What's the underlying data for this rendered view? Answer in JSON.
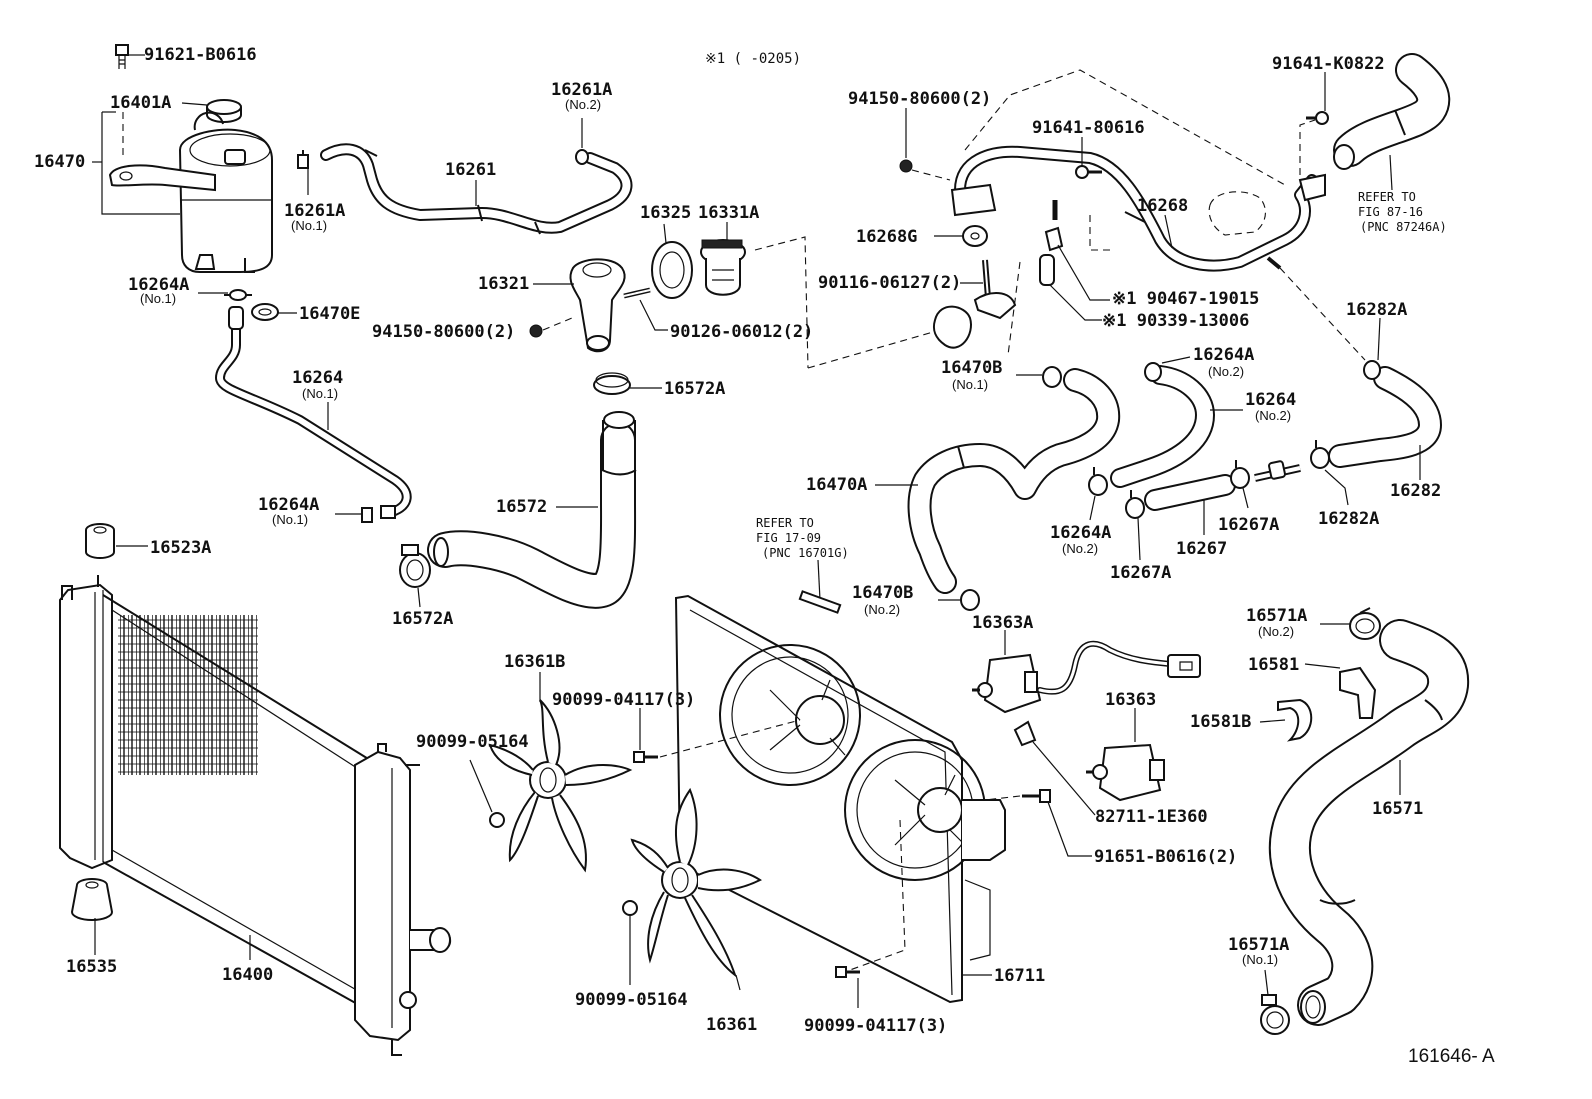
{
  "diagram": {
    "footnote": "※1 (    -0205)",
    "figure_id": "161646- A",
    "labels": {
      "p91621": "91621-B0616",
      "p16401A": "16401A",
      "p16470": "16470",
      "p16261A_no2": "16261A",
      "p16261A_no2_sub": "(No.2)",
      "p16261": "16261",
      "p16261A_no1": "16261A",
      "p16261A_no1_sub": "(No.1)",
      "p16325": "16325",
      "p16331A": "16331A",
      "p16321": "16321",
      "p16264A_top": "16264A",
      "p16264A_top_sub": "(No.1)",
      "p16470E": "16470E",
      "p94150_left": "94150-80600(2)",
      "p90126": "90126-06012(2)",
      "p16264_no1": "16264",
      "p16264_no1_sub": "(No.1)",
      "p16572A_top": "16572A",
      "p16572": "16572",
      "p16264A_low": "16264A",
      "p16264A_low_sub": "(No.1)",
      "p16572A_bot": "16572A",
      "p16523A": "16523A",
      "p16535": "16535",
      "p16400": "16400",
      "p16361B": "16361B",
      "p90099_04117_top": "90099-04117(3)",
      "p90099_05164_top": "90099-05164",
      "p90099_05164_bot": "90099-05164",
      "p16361": "16361",
      "p90099_04117_bot": "90099-04117(3)",
      "p16711": "16711",
      "ref_17_09_a": "REFER TO",
      "ref_17_09_b": "FIG 17-09",
      "ref_17_09_c": "(PNC 16701G)",
      "p94150_right": "94150-80600(2)",
      "p91641_80616": "91641-80616",
      "p16268": "16268",
      "p16268G": "16268G",
      "p90116": "90116-06127(2)",
      "p90467": "※1  90467-19015",
      "p90339": "※1  90339-13006",
      "p91641_K0822": "91641-K0822",
      "ref_87_16_a": "REFER TO",
      "ref_87_16_b": "FIG 87-16",
      "ref_87_16_c": "(PNC 87246A)",
      "p16282A_top": "16282A",
      "p16470B_no1": "16470B",
      "p16470B_no1_sub": "(No.1)",
      "p16264A_no2_top": "16264A",
      "p16264A_no2_top_sub": "(No.2)",
      "p16264_no2": "16264",
      "p16264_no2_sub": "(No.2)",
      "p16282": "16282",
      "p16470A": "16470A",
      "p16264A_no2_low": "16264A",
      "p16264A_no2_low_sub": "(No.2)",
      "p16267A_left": "16267A",
      "p16267": "16267",
      "p16267A_right": "16267A",
      "p16282A_bot": "16282A",
      "p16470B_no2": "16470B",
      "p16470B_no2_sub": "(No.2)",
      "p16363A": "16363A",
      "p16363": "16363",
      "p82711": "82711-1E360",
      "p91651": "91651-B0616(2)",
      "p16571A_top": "16571A",
      "p16571A_top_sub": "(No.2)",
      "p16581": "16581",
      "p16581B": "16581B",
      "p16571": "16571",
      "p16571A_bot": "16571A",
      "p16571A_bot_sub": "(No.1)"
    }
  }
}
